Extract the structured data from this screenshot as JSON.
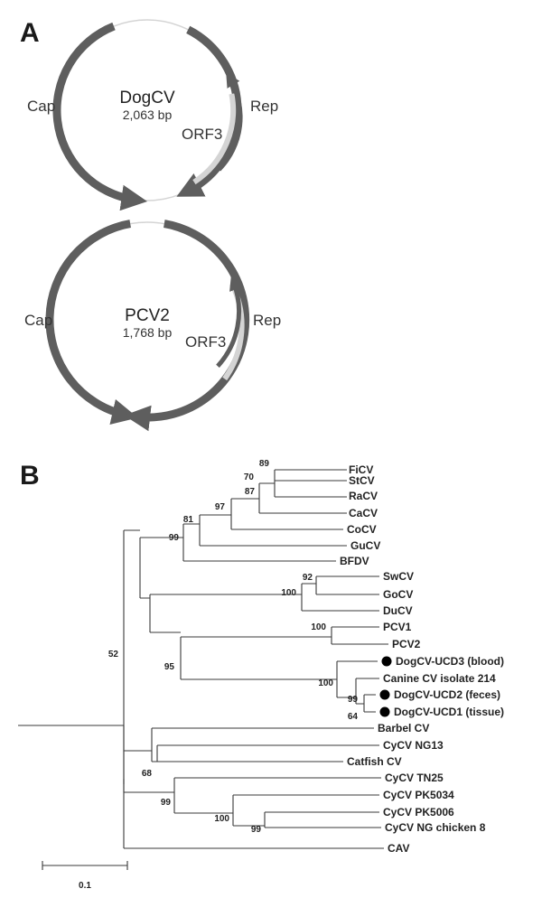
{
  "panel_a": {
    "letter": "A",
    "genomes": [
      {
        "name": "DogCV",
        "size": "2,063 bp",
        "labels": {
          "cap": "Cap",
          "rep": "Rep",
          "orf3": "ORF3"
        }
      },
      {
        "name": "PCV2",
        "size": "1,768 bp",
        "labels": {
          "cap": "Cap",
          "rep": "Rep",
          "orf3": "ORF3"
        }
      }
    ]
  },
  "panel_b": {
    "letter": "B",
    "leaves": [
      "FiCV",
      "StCV",
      "RaCV",
      "CaCV",
      "CoCV",
      "GuCV",
      "BFDV",
      "SwCV",
      "GoCV",
      "DuCV",
      "PCV1",
      "PCV2",
      "DogCV-UCD3 (blood)",
      "Canine CV isolate 214",
      "DogCV-UCD2 (feces)",
      "DogCV-UCD1 (tissue)",
      "Barbel CV",
      "CyCV NG13",
      "Catfish CV",
      "CyCV TN25",
      "CyCV PK5034",
      "CyCV PK5006",
      "CyCV NG chicken 8",
      "CAV"
    ],
    "marked_leaves": [
      "DogCV-UCD3 (blood)",
      "DogCV-UCD2 (feces)",
      "DogCV-UCD1 (tissue)"
    ],
    "bootstrap": [
      "89",
      "70",
      "87",
      "97",
      "81",
      "99",
      "92",
      "100",
      "100",
      "95",
      "100",
      "99",
      "64",
      "52",
      "68",
      "99",
      "100",
      "99"
    ],
    "scale_bar": {
      "label": "0.1",
      "length": 0.1
    }
  },
  "colors": {
    "arc": "#5e5e5e",
    "gap": "#ffffff",
    "line": "#3a3a3a",
    "text": "#222222",
    "marker": "#000000"
  }
}
